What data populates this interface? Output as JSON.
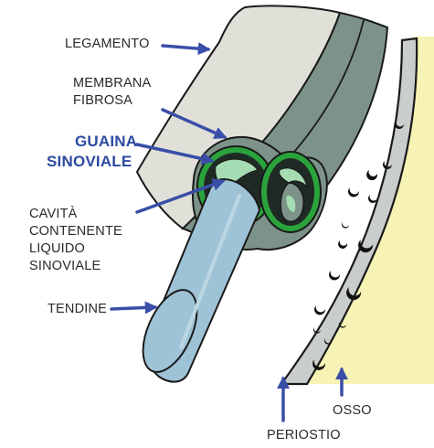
{
  "labels": {
    "legamento": "LEGAMENTO",
    "membrana_l1": "MEMBRANA",
    "membrana_l2": "FIBROSA",
    "guaina_l1": "GUAINA",
    "guaina_l2": "SINOVIALE",
    "cavita_l1": "CAVITÀ",
    "cavita_l2": "CONTENENTE",
    "cavita_l3": "LIQUIDO",
    "cavita_l4": "SINOVIALE",
    "tendine": "TENDINE",
    "periostio": "PERIOSTIO",
    "osso": "OSSO"
  },
  "colors": {
    "arrow": "#3a4ea8",
    "accent_label": "#2d4aa0",
    "ligament": "#e1e0d8",
    "fibrous_membrane": "#7d9389",
    "synovial_sheath": "#2aa33c",
    "synovial_cavity": "#1f2a24",
    "synovial_fluid": "#a6dcb3",
    "tendon": "#9fc3d6",
    "periosteum": "#c9cdcb",
    "bone": "#f7f3b4",
    "outline": "#1a1a1a"
  }
}
